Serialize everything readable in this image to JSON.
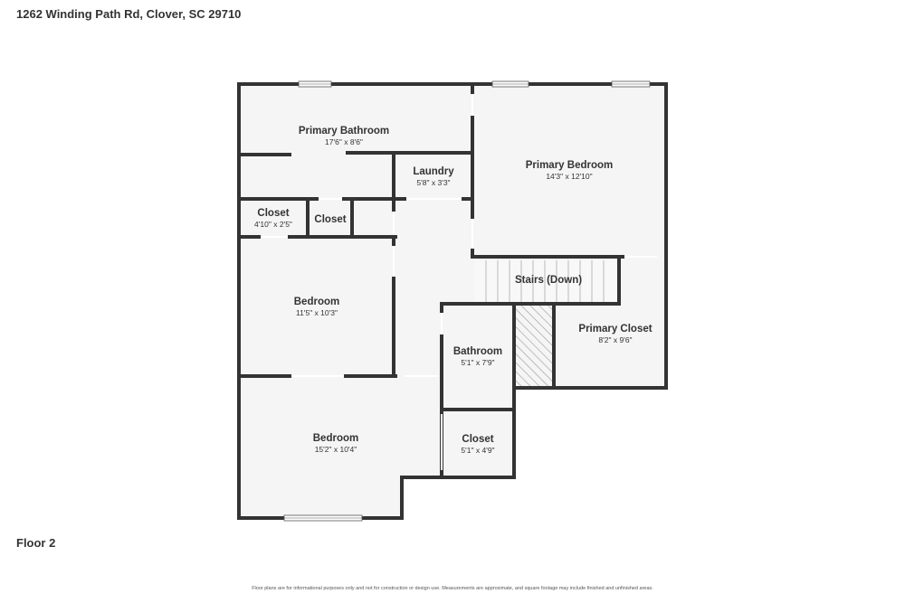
{
  "header": {
    "address": "1262 Winding Path Rd, Clover, SC 29710"
  },
  "floor": {
    "label": "Floor 2"
  },
  "footer": {
    "disclaimer": "Floor plans are for informational purposes only and not for construction or design use. Measurements are approximate, and square footage may include finished and unfinished areas."
  },
  "rooms": {
    "primary_bathroom": {
      "name": "Primary Bathroom",
      "dims": "17'6\" x 8'6\""
    },
    "laundry": {
      "name": "Laundry",
      "dims": "5'8\" x 3'3\""
    },
    "primary_bedroom": {
      "name": "Primary Bedroom",
      "dims": "14'3\" x 12'10\""
    },
    "closet_small": {
      "name": "Closet",
      "dims": "4'10\" x 2'5\""
    },
    "closet_unsized": {
      "name": "Closet"
    },
    "stairs": {
      "name": "Stairs (Down)"
    },
    "bedroom_upper": {
      "name": "Bedroom",
      "dims": "11'5\" x 10'3\""
    },
    "bathroom": {
      "name": "Bathroom",
      "dims": "5'1\" x 7'9\""
    },
    "primary_closet": {
      "name": "Primary Closet",
      "dims": "8'2\" x 9'6\""
    },
    "bedroom_lower": {
      "name": "Bedroom",
      "dims": "15'2\" x 10'4\""
    },
    "closet_lower": {
      "name": "Closet",
      "dims": "5'1\" x 4'9\""
    }
  },
  "colors": {
    "wall": "#333333",
    "floor": "#f5f5f5",
    "hatch": "#999999"
  }
}
